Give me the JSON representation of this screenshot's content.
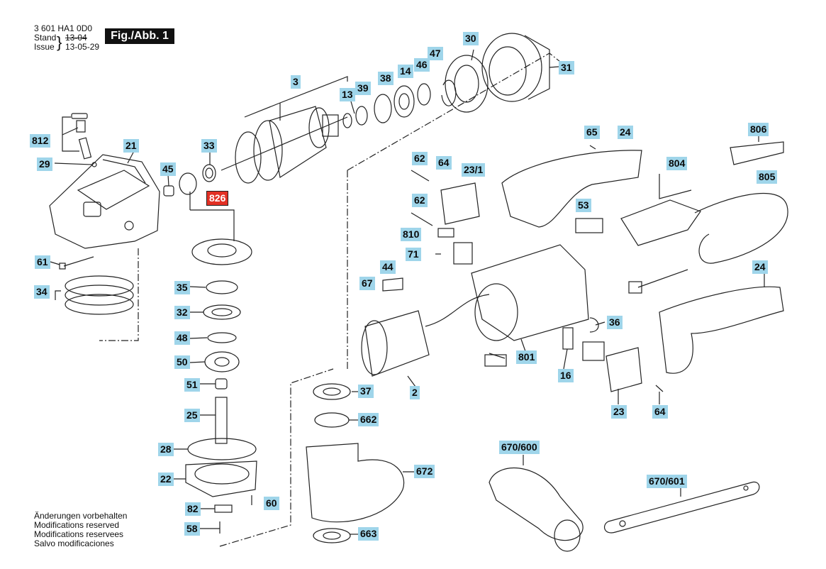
{
  "header": {
    "part_number": "3 601 HA1 0D0",
    "stand_label": "Stand",
    "stand_value": "13-04",
    "issue_label": "Issue",
    "issue_value": "13-05-29",
    "figure_label": "Fig./Abb. 1"
  },
  "notes": [
    "Änderungen vorbehalten",
    "Modifications reserved",
    "Modifications reservees",
    "Salvo modificaciones"
  ],
  "callouts": [
    "3",
    "13",
    "39",
    "38",
    "14",
    "46",
    "47",
    "30",
    "31",
    "812",
    "21",
    "29",
    "45",
    "33",
    "826",
    "61",
    "34",
    "35",
    "32",
    "48",
    "50",
    "51",
    "25",
    "28",
    "22",
    "82",
    "60",
    "58",
    "62",
    "64",
    "23/1",
    "65",
    "24",
    "806",
    "804",
    "805",
    "53",
    "62",
    "810",
    "71",
    "44",
    "67",
    "801",
    "2",
    "36",
    "16",
    "23",
    "64",
    "24",
    "37",
    "662",
    "672",
    "663",
    "670/600",
    "670/601"
  ],
  "colors": {
    "callout_bg": "#9fd5ea",
    "highlight_bg": "#e23024",
    "line": "#222222"
  }
}
